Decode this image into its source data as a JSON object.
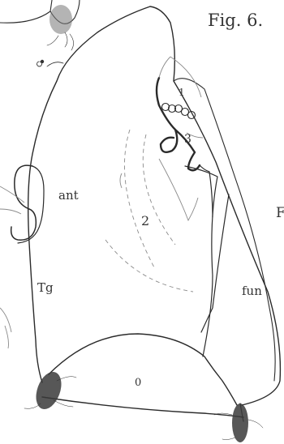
{
  "figure": {
    "title": "Fig. 6.",
    "labels": {
      "one": "1",
      "two": "2",
      "three": "3",
      "zero": "0",
      "ant": "ant",
      "tg": "Tg",
      "fun": "fun",
      "edge_letter": "F"
    }
  }
}
